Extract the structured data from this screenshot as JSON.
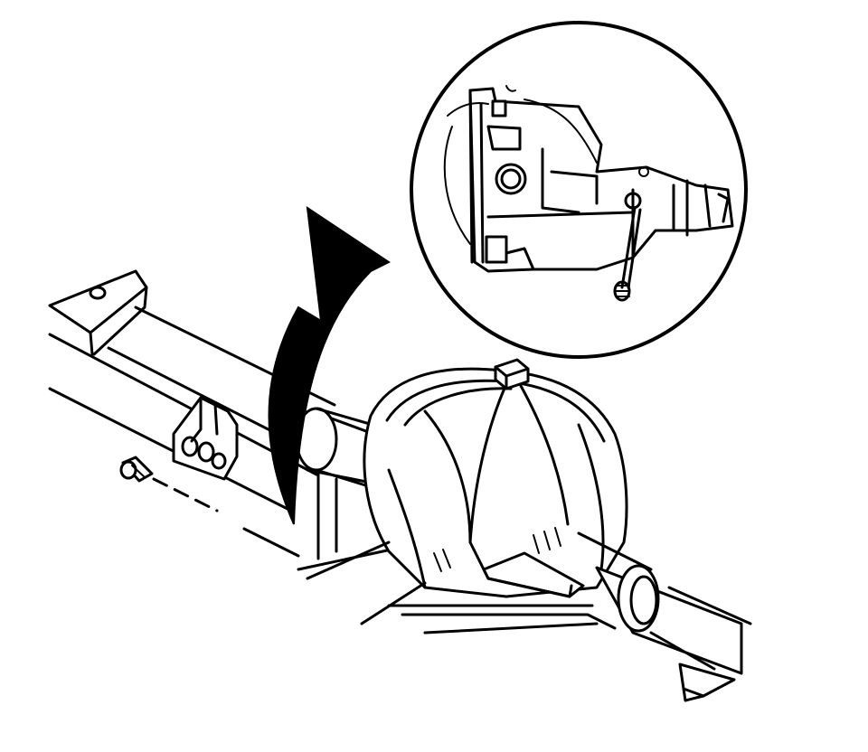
{
  "figure": {
    "background": "#ffffff",
    "line_color": "#000000",
    "icons": [
      "axle-housing",
      "differential-carrier",
      "frame-bracket",
      "fastener-bolt",
      "detail-magnifier-callout",
      "curved-callout-arrow",
      "vent-hose-detail"
    ]
  }
}
